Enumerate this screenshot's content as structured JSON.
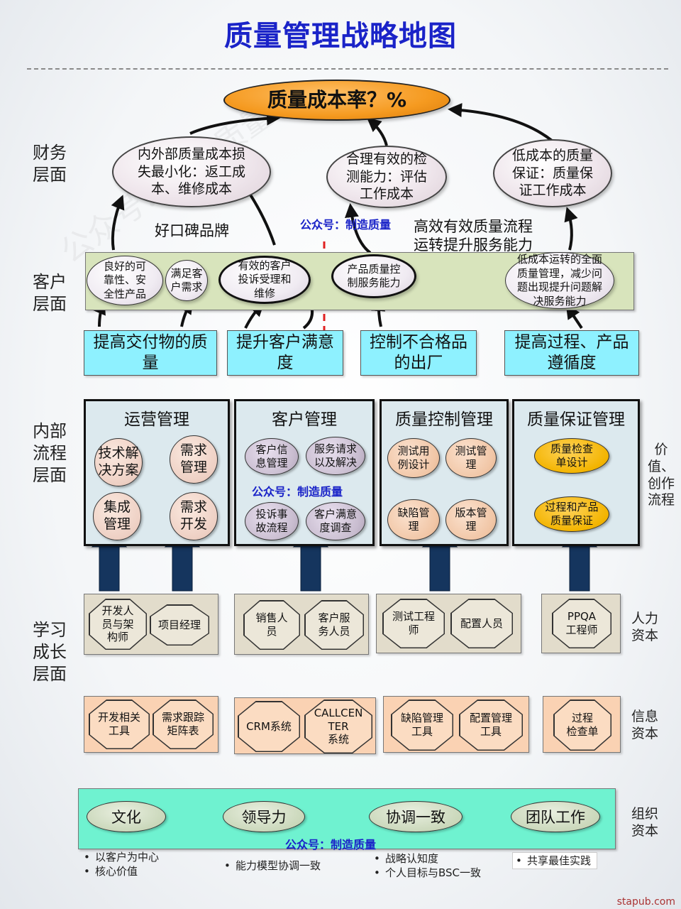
{
  "title": "质量管理战略地图",
  "layers": {
    "financial": "财务\n层面",
    "customer": "客户\n层面",
    "internal": "内部\n流程\n层面",
    "learning": "学习\n成长\n层面"
  },
  "financial": {
    "goal": "质量成本率？%",
    "objectives": [
      "内外部质量成本损\n失最小化：返工成\n本、维修成本",
      "合理有效的检\n测能力：评估\n工作成本",
      "低成本的质量\n保证：质量保\n证工作成本"
    ],
    "brand_label": "好口碑品牌",
    "process_label": "高效有效质量流程\n运转提升服务能力"
  },
  "customer": {
    "ovals": [
      "良好的可\n靠性、安\n全性产品",
      "满足客\n户需求",
      "有效的客户\n投诉受理和\n维修",
      "产品质量控\n制服务能力",
      "低成本运转的全面\n质量管理，减少问\n题出现提升问题解\n决服务能力"
    ],
    "goals": [
      "提高交付物的质\n量",
      "提升客户满意\n度",
      "控制不合格品\n的出厂",
      "提高过程、产品\n遵循度"
    ]
  },
  "internal": {
    "side_label": "价值、\n创作\n流程",
    "boxes": [
      {
        "title": "运营管理",
        "items": [
          "技术解\n决方案",
          "需求\n管理",
          "集成\n管理",
          "需求\n开发"
        ]
      },
      {
        "title": "客户管理",
        "items": [
          "客户信\n息管理",
          "服务请求\n以及解决",
          "投诉事\n故流程",
          "客户满意\n度调查"
        ]
      },
      {
        "title": "质量控制管理",
        "items": [
          "测试用\n例设计",
          "测试管\n理",
          "缺陷管\n理",
          "版本管\n理"
        ]
      },
      {
        "title": "质量保证管理",
        "items": [
          "质量检查\n单设计",
          "过程和产品\n质量保证"
        ]
      }
    ]
  },
  "learning": {
    "human_label": "人力\n资本",
    "human_groups": [
      [
        "开发人\n员与架\n构师",
        "项目经理"
      ],
      [
        "销售人\n员",
        "客户服\n务人员"
      ],
      [
        "测试工程\n师",
        "配置人员"
      ],
      [
        "PPQA\n工程师"
      ]
    ],
    "info_label": "信息\n资本",
    "info_groups": [
      [
        "开发相关\n工具",
        "需求跟踪\n矩阵表"
      ],
      [
        "CRM系统",
        "CALLCEN\nTER\n系统"
      ],
      [
        "缺陷管理\n工具",
        "配置管理\n工具"
      ],
      [
        "过程\n检查单"
      ]
    ],
    "org_label": "组织\n资本",
    "org_items": [
      "文化",
      "领导力",
      "协调一致",
      "团队工作"
    ],
    "notes": [
      [
        "以客户为中心",
        "核心价值"
      ],
      [
        "能力模型协调一致"
      ],
      [
        "战略认知度",
        "个人目标与BSC一致"
      ],
      [
        "共享最佳实践"
      ]
    ]
  },
  "watermark_label": "公众号：制造质量",
  "watermark_bg": "公众号：制造质量",
  "footer": "stapub.com",
  "colors": {
    "title": "#1a23c8",
    "goal": "#f59a20",
    "customer_band": "#d8e4bc",
    "goal_box": "#8ef1ff",
    "process_box": "#dce9ee",
    "human_box": "#e2dccb",
    "info_box": "#fad2b3",
    "org_band": "#6ff2d0",
    "arrow_navy": "#15355e",
    "divider_red": "#e02020"
  }
}
